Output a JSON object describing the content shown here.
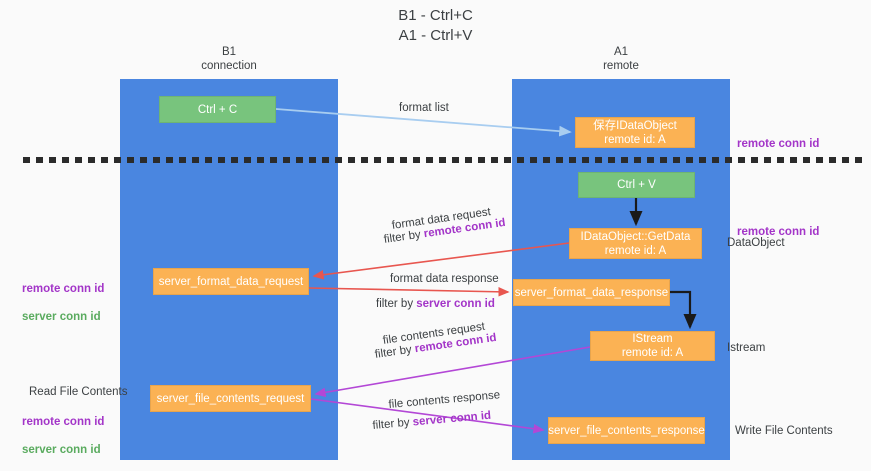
{
  "title": "B1 - Ctrl+C\nA1 - Ctrl+V",
  "lanes": [
    {
      "id": "b1",
      "header": "B1\nconnection"
    },
    {
      "id": "a1",
      "header": "A1\nremote"
    }
  ],
  "nodes": {
    "ctrl_c": "Ctrl + C",
    "save_idataobject": "保存IDataObject\nremote id: A",
    "ctrl_v": "Ctrl + V",
    "getdata": "IDataObject::GetData\nremote id: A",
    "server_format_data_request": "server_format_data_request",
    "server_format_data_response": "server_format_data_response",
    "istream": "IStream\nremote id: A",
    "server_file_contents_request": "server_file_contents_request",
    "server_file_contents_response": "server_file_contents_response"
  },
  "annotations": {
    "right_1": "remote conn id",
    "right_2": "remote conn id",
    "right_3": "DataObject",
    "right_4": "Istream",
    "right_5": "Write File Contents",
    "left_1_a": "remote conn id",
    "left_1_b": "server conn id",
    "left_2": "Read File Contents",
    "left_3_a": "remote conn id",
    "left_3_b": "server conn id"
  },
  "edge_labels": {
    "format_list": "format list",
    "format_data_request": "format data request",
    "format_data_request_filter_prefix": "filter by ",
    "format_data_request_filter_key": "remote conn id",
    "format_data_response": "format data response",
    "format_data_response_filter_prefix": "filter by ",
    "format_data_response_filter_key": "server conn id",
    "file_contents_request": "file contents request",
    "file_contents_request_filter_prefix": "filter by ",
    "file_contents_request_filter_key": "remote conn id",
    "file_contents_response": "file contents response",
    "file_contents_response_filter_prefix": "filter by ",
    "file_contents_response_filter_key": "server conn id"
  },
  "colors": {
    "lane": "#4a86e0",
    "node_green": "#78c47d",
    "node_orange": "#fbb254",
    "arrow_light_blue": "#a8cdf0",
    "arrow_red": "#e8564f",
    "arrow_magenta": "#b347d6",
    "arrow_black": "#1a1a1a",
    "text_purple": "#a335c8",
    "text_green": "#5aab5f",
    "divider": "#2b2b2b",
    "background": "#fafafa"
  }
}
